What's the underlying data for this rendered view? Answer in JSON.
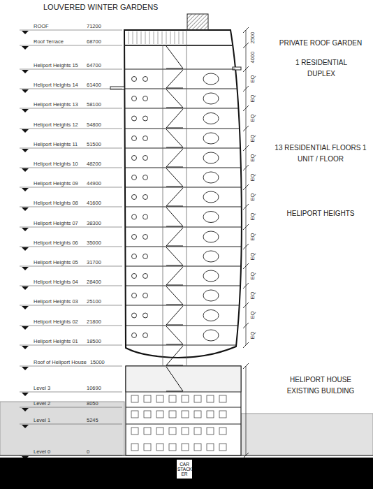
{
  "diagram": {
    "nodes": [
      {
        "text": [
          "CAR STACK ER"
        ]
      }
    ],
    "labels": [
      "LOUVERED WINTER GARDENS",
      "PRIVATE ROOF GARDEN",
      "1 RESIDENTIAL DUPLEX",
      "13 RESIDENTIAL FLOORS 1 UNIT / FLOOR",
      "HELIPORT HEIGHTS",
      "HELIPORT HOUSE EXISTING BUILDING",
      "ROOF",
      "71200",
      "Roof Terrace",
      "68700",
      "Heliport Heights 15",
      "64700",
      "Heliport Heights 14",
      "61400",
      "Heliport Heights 13",
      "58100",
      "Heliport Heights 12",
      "54800",
      "Heliport Heights 11",
      "51500",
      "Heliport Heights 10",
      "48200",
      "Heliport Heights 09",
      "44900",
      "Heliport Heights 08",
      "41600",
      "Heliport Heights 07",
      "38300",
      "Heliport Heights 06",
      "35000",
      "Heliport Heights 05",
      "31700",
      "Heliport Heights 04",
      "28400",
      "Heliport Heights 03",
      "25100",
      "Heliport Heights 02",
      "21800",
      "Heliport Heights 01",
      "18500",
      "Roof of Heliport House",
      "15000",
      "Level 3",
      "10690",
      "Level 2",
      "8050",
      "Level 1",
      "5245",
      "Level 0",
      "0",
      "2500",
      "4000",
      "EQ",
      "EQ",
      "EQ",
      "EQ",
      "EQ",
      "EQ",
      "EQ",
      "EQ",
      "EQ",
      "EQ",
      "EQ",
      "EQ",
      "EQ",
      "EQ"
    ]
  }
}
